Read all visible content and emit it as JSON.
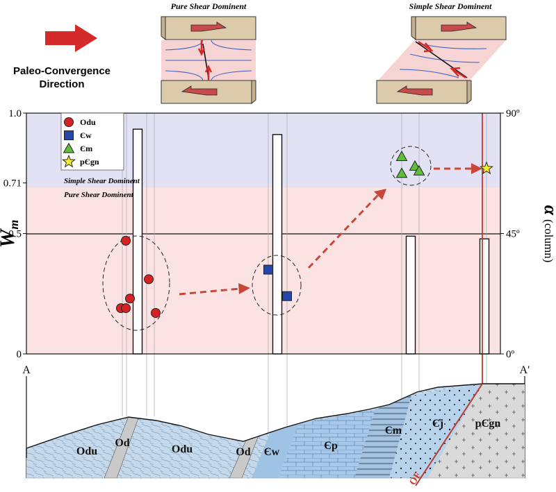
{
  "header": {
    "convergence_line1": "Paleo-Convergence",
    "convergence_line2": "Direction",
    "pure_shear_title": "Pure Shear Dominent",
    "simple_shear_title": "Simple Shear Dominent"
  },
  "colors": {
    "pure_zone": "#fbe3e4",
    "simple_zone": "#e3e1f4",
    "arrow_red": "#d42a2a",
    "dashed_arrow": "#c9473a",
    "fault_red": "#c0392b",
    "block_tan": "#dccbaa",
    "odu_blue": "#c5d9ea",
    "cm_blue": "#8fb6dc",
    "cj_blue": "#b3d0ea",
    "gn_gray": "#dadada",
    "odu_marker": "#d62222",
    "cw_marker": "#2346a8",
    "cm_marker": "#5fbf3a",
    "gn_marker": "#f7ee2a"
  },
  "chart_data": {
    "type": "scatter",
    "ylabel_left": "W",
    "ylabel_left_sub": "m",
    "ylabel_right_main": "α",
    "ylabel_right_sub": "(column)",
    "ylim": [
      0,
      1.0
    ],
    "y_ticks_left": [
      {
        "value": 0,
        "label": "0"
      },
      {
        "value": 0.5,
        "label": "0.5"
      },
      {
        "value": 0.71,
        "label": "0.71"
      },
      {
        "value": 1.0,
        "label": "1.0"
      }
    ],
    "y_ticks_right": [
      {
        "value": 0,
        "label": "0º"
      },
      {
        "value": 45,
        "label": "45º"
      },
      {
        "value": 90,
        "label": "90º"
      }
    ],
    "zone_boundary": 0.71,
    "reference_line": 0.5,
    "zone_labels": {
      "upper": "Simple Shear Dominent",
      "lower": "Pure Shear Dominent"
    },
    "legend": [
      {
        "label": "Odu",
        "shape": "circle",
        "color": "#d62222"
      },
      {
        "label": "Єw",
        "shape": "square",
        "color": "#2346a8"
      },
      {
        "label": "Єm",
        "shape": "triangle",
        "color": "#5fbf3a"
      },
      {
        "label": "pЄgn",
        "shape": "star",
        "color": "#f7ee2a"
      }
    ],
    "series": [
      {
        "name": "Odu",
        "points": [
          0.47,
          0.31,
          0.23,
          0.19,
          0.19,
          0.17
        ]
      },
      {
        "name": "Єw",
        "points": [
          0.35,
          0.24
        ]
      },
      {
        "name": "Єm",
        "points": [
          0.82,
          0.78,
          0.75,
          0.76
        ]
      },
      {
        "name": "pЄgn",
        "points": [
          0.77
        ]
      }
    ],
    "alpha_columns_deg": [
      84,
      82,
      44,
      43
    ]
  },
  "cross_section": {
    "left_label": "A",
    "right_label": "A′",
    "fault_label": "OF",
    "units": {
      "odu": "Odu",
      "od": "Od",
      "cw": "Єw",
      "cp": "Єp",
      "cm": "Єm",
      "cj": "Єj",
      "gn": "pЄgn"
    }
  }
}
